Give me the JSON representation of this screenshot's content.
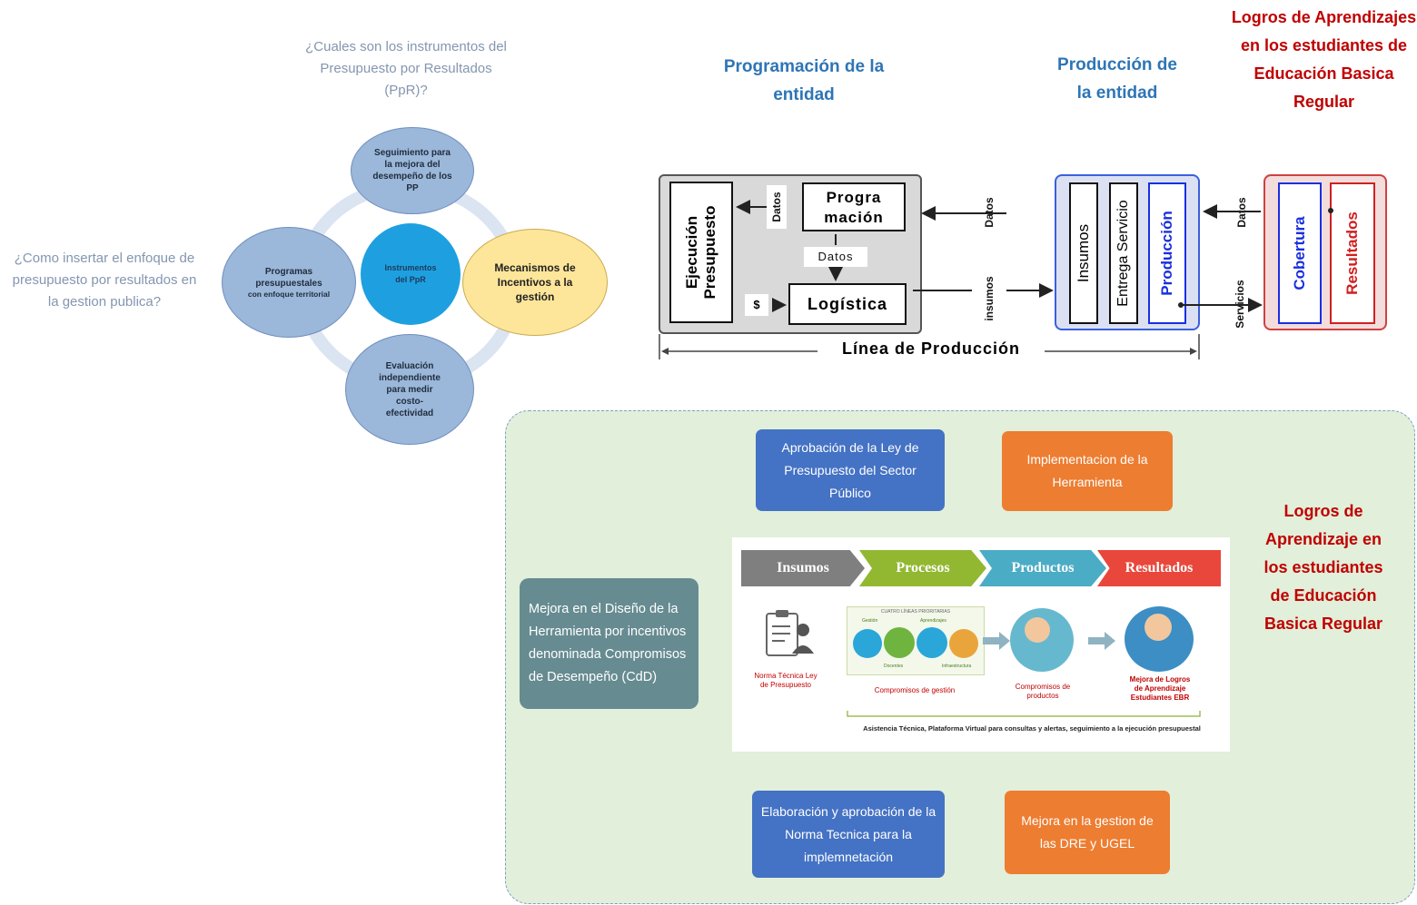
{
  "left": {
    "question_top": "¿Cuales son los instrumentos del Presupuesto por Resultados (PpR)?",
    "question_left": "¿Como insertar el enfoque de presupuesto por resultados en la gestion publica?",
    "bubbles": {
      "top": "Seguimiento para la mejora del desempeño de los PP",
      "left_main": "Programas presupuestales",
      "left_sub": "con enfoque territorial",
      "center": "Instrumentos del PpR",
      "right": "Mecanismos de Incentivos a la gestión",
      "bottom": "Evaluación independiente para medir costo-efectividad"
    }
  },
  "headings": {
    "programacion": "Programación de la entidad",
    "produccion": "Producción de la entidad",
    "logros_top": "Logros de Aprendizajes en los estudiantes de Educación Basica Regular"
  },
  "production_line": {
    "ejecucion": "Ejecución Presupuesto",
    "programacion": "Progra mación",
    "logistica": "Logística",
    "dollar": "$",
    "datos_small": "Datos",
    "datos_mid": "Datos",
    "datos_arrow1": "Datos",
    "insumos_arrow": "insumos",
    "insumos": "Insumos",
    "entrega": "Entrega Servicio",
    "produccion": "Producción",
    "datos_arrow2": "Datos",
    "servicios_arrow": "Servicios",
    "cobertura": "Cobertura",
    "resultados": "Resultados",
    "linea": "Línea de Producción"
  },
  "panel": {
    "card_ley": "Aprobación de la Ley de Presupuesto del Sector Público",
    "card_implementacion": "Implementacion de la Herramienta",
    "card_mejora_diseno": "Mejora en el Diseño de la Herramienta por incentivos denominada Compromisos de Desempeño (CdD)",
    "card_norma": "Elaboración y aprobación de la Norma Tecnica para la implemnetación",
    "card_mejora_gestion": "Mejora en la gestion de las DRE y UGEL",
    "logros": "Logros de Aprendizaje en los estudiantes de Educación Basica Regular",
    "flow": {
      "steps": [
        "Insumos",
        "Procesos",
        "Productos",
        "Resultados"
      ],
      "step_colors": [
        "#7f7f7f",
        "#92b832",
        "#4bacc6",
        "#e9473b"
      ],
      "cuatro_lineas": "CUATRO LÍNEAS PRIORITARIAS",
      "gestion": "Gestión",
      "aprendizajes": "Aprendizajes",
      "docentes": "Docentes",
      "infraestructura": "Infraestructura",
      "cap_norma": "Norma Técnica Ley de Presupuesto",
      "cap_compromisos": "Compromisos de gestión",
      "cap_productos": "Compromisos de productos",
      "cap_mejora": "Mejora de Logros de Aprendizaje Estudiantes EBR",
      "asistencia": "Asistencia Técnica, Plataforma Virtual para consultas y alertas, seguimiento a la ejecución presupuestal"
    }
  }
}
